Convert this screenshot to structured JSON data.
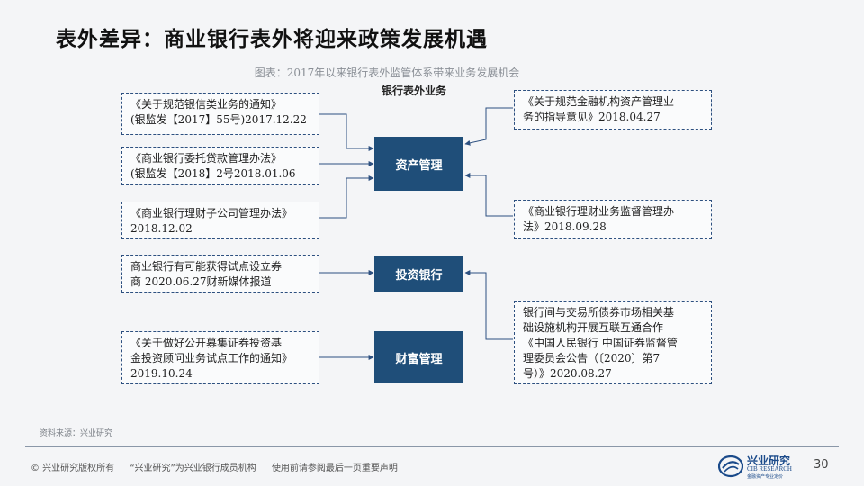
{
  "slide": {
    "title": "表外差异：商业银行表外将迎来政策发展机遇",
    "caption": "图表：2017年以来银行表外监管体系带来业务发展机会",
    "diagram_heading": "银行表外业务",
    "source": "资料来源：兴业研究"
  },
  "hubs": [
    {
      "id": "asset-management",
      "label": "资产管理"
    },
    {
      "id": "investment-banking",
      "label": "投资银行"
    },
    {
      "id": "wealth-management",
      "label": "财富管理"
    }
  ],
  "left_notes": [
    {
      "lines": [
        "《关于规范银信类业务的通知》",
        "(银监发【2017】55号)2017.12.22"
      ]
    },
    {
      "lines": [
        "《商业银行委托贷款管理办法》",
        "(银监发【2018】2号2018.01.06"
      ]
    },
    {
      "lines": [
        "《商业银行理财子公司管理办法》",
        "2018.12.02"
      ]
    },
    {
      "lines": [
        "商业银行有可能获得试点设立券",
        "商 2020.06.27财新媒体报道"
      ]
    },
    {
      "lines": [
        "《关于做好公开募集证券投资基",
        "金投资顾问业务试点工作的通知》",
        "2019.10.24"
      ]
    }
  ],
  "right_notes": [
    {
      "lines": [
        "《关于规范金融机构资产管理业",
        "务的指导意见》2018.04.27"
      ]
    },
    {
      "lines": [
        "《商业银行理财业务监督管理办",
        "法》2018.09.28"
      ]
    },
    {
      "lines": [
        "银行间与交易所债券市场相关基",
        "础设施机构开展互联互通合作",
        "《中国人民银行 中国证券监督管",
        "理委员会公告（〔2020〕第7",
        "号）》2020.08.27"
      ]
    }
  ],
  "footer": {
    "copyright": "©  兴业研究版权所有",
    "member": "“兴业研究”为兴业银行成员机构",
    "disclaimer": "使用前请参阅最后一页重要声明",
    "page": "30"
  },
  "logo": {
    "name_cn": "兴业研究",
    "name_en": "CIB RESEARCH",
    "slogan": "金融资产专业定价"
  },
  "colors": {
    "hub_fill": "#1f4e79",
    "dashed_border": "#2d5080",
    "arrow": "#2d5080",
    "logo": "#1a4a8a"
  }
}
